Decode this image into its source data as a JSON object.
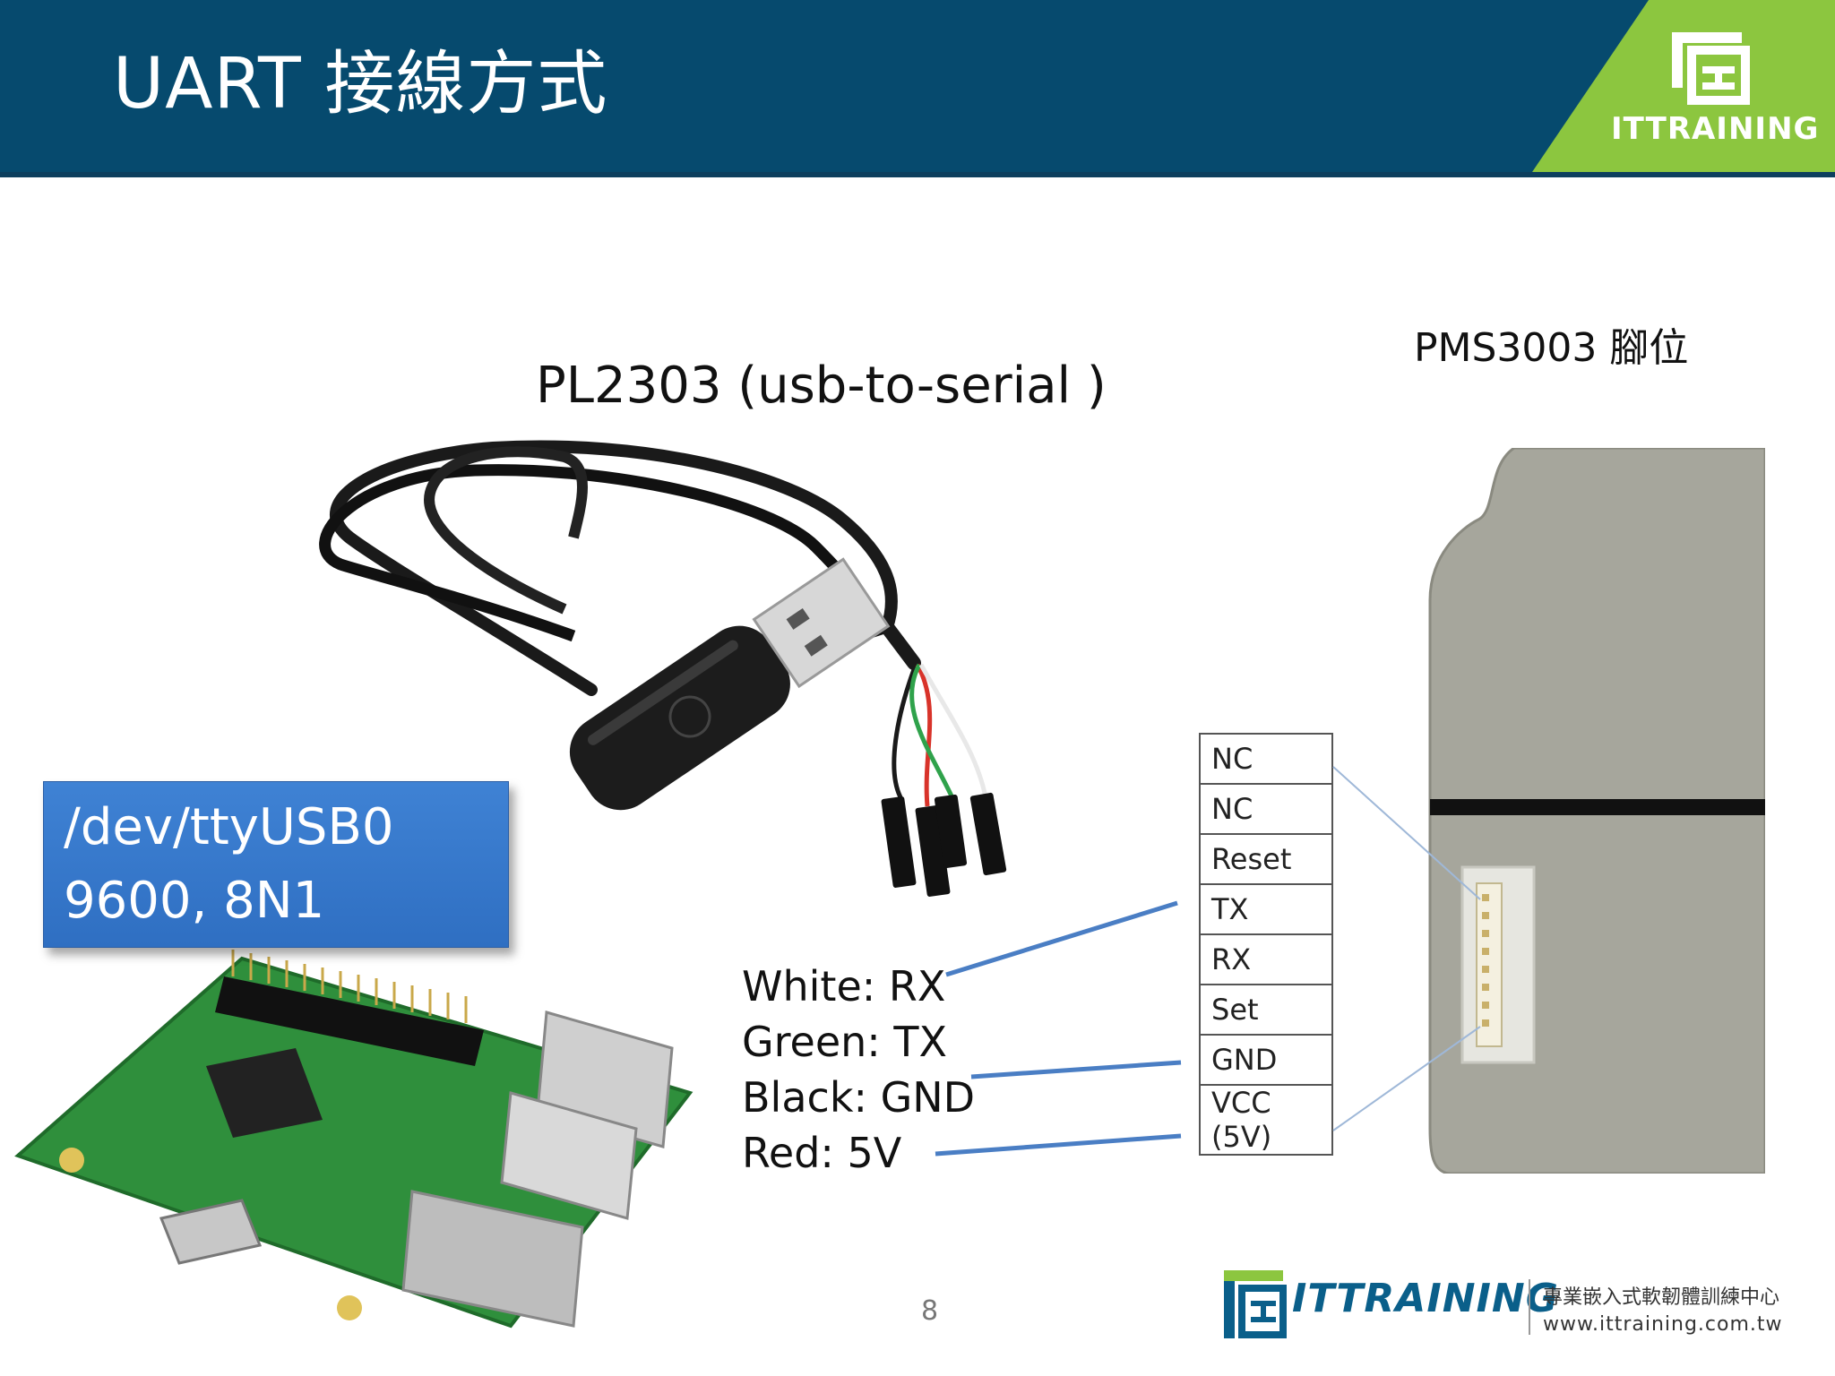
{
  "header": {
    "title": "UART 接線方式",
    "logo_text": "ITTRAINING"
  },
  "captions": {
    "usb": "PL2303 (usb-to-serial )",
    "pms": "PMS3003 腳位"
  },
  "info_box": {
    "line1": "/dev/ttyUSB0",
    "line2": "9600, 8N1"
  },
  "wire_legend": [
    "White: RX",
    "Green: TX",
    "Black: GND",
    "Red: 5V"
  ],
  "pins": [
    "NC",
    "NC",
    "Reset",
    "TX",
    "RX",
    "Set",
    "GND",
    "VCC (5V)"
  ],
  "page_number": "8",
  "footer": {
    "brand": "ITTRAINING",
    "subtitle": "專業嵌入式軟韌體訓練中心",
    "url": "www.ittraining.com.tw"
  },
  "colors": {
    "header_bg": "#064a6e",
    "logo_green": "#8cc63f",
    "info_box": "#3a7bd0",
    "sensor_gray": "#a6a69c",
    "connector_line": "#4a7ec4"
  }
}
